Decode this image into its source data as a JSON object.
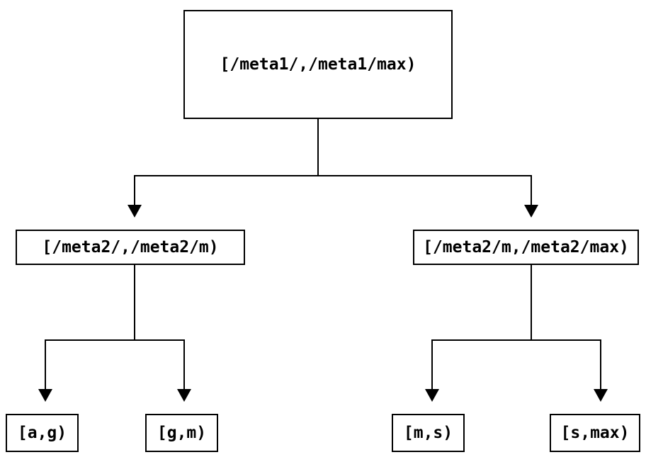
{
  "diagram": {
    "type": "tree",
    "colors": {
      "background": "#ffffff",
      "line": "#000000",
      "box_border": "#000000",
      "text": "#000000"
    },
    "root": {
      "label": "[/meta1/,/meta1/max)"
    },
    "level2": [
      {
        "label": "[/meta2/,/meta2/m)"
      },
      {
        "label": "[/meta2/m,/meta2/max)"
      }
    ],
    "leaves": [
      {
        "label": "[a,g)"
      },
      {
        "label": "[g,m)"
      },
      {
        "label": "[m,s)"
      },
      {
        "label": "[s,max)"
      }
    ]
  }
}
